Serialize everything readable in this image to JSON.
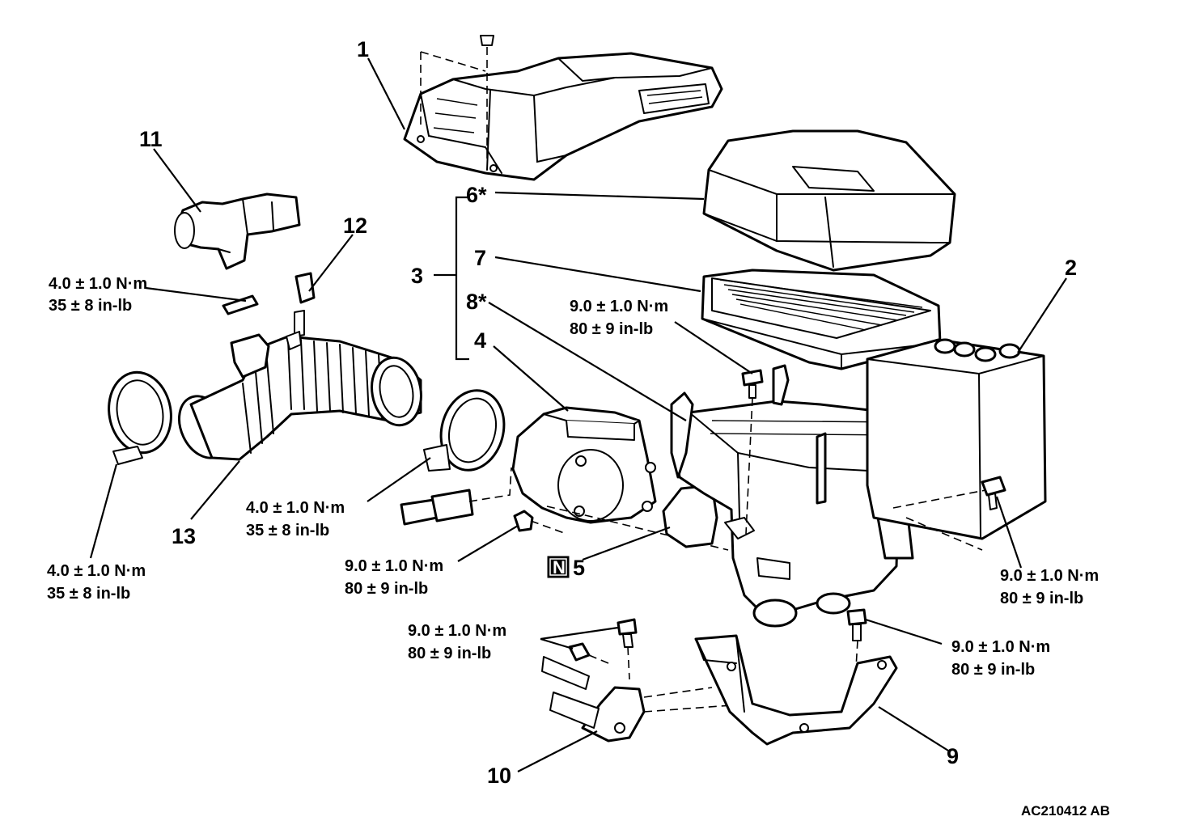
{
  "callouts": {
    "c1": "1",
    "c2": "2",
    "c3": "3",
    "c4": "4",
    "c5": "5",
    "c6": "6*",
    "c7": "7",
    "c8": "8*",
    "c9": "9",
    "c10": "10",
    "c11": "11",
    "c12": "12",
    "c13": "13"
  },
  "badge": "N",
  "torques": {
    "clamp_upper": {
      "metric": "4.0 ± 1.0 N·m",
      "imperial": "35 ± 8 in-lb"
    },
    "clamp_lower": {
      "metric": "4.0 ± 1.0 N·m",
      "imperial": "35 ± 8 in-lb"
    },
    "clamp_mid": {
      "metric": "4.0 ± 1.0 N·m",
      "imperial": "35 ± 8 in-lb"
    },
    "sensor_nut": {
      "metric": "9.0 ± 1.0 N·m",
      "imperial": "80 ± 9 in-lb"
    },
    "case_bolt": {
      "metric": "9.0 ± 1.0 N·m",
      "imperial": "80 ± 9 in-lb"
    },
    "side_bolt": {
      "metric": "9.0 ± 1.0 N·m",
      "imperial": "80 ± 9 in-lb"
    },
    "bracket_left": {
      "metric": "9.0 ± 1.0 N·m",
      "imperial": "80 ± 9 in-lb"
    },
    "bracket_right": {
      "metric": "9.0 ± 1.0 N·m",
      "imperial": "80 ± 9 in-lb"
    }
  },
  "figure_code": "AC210412 AB"
}
